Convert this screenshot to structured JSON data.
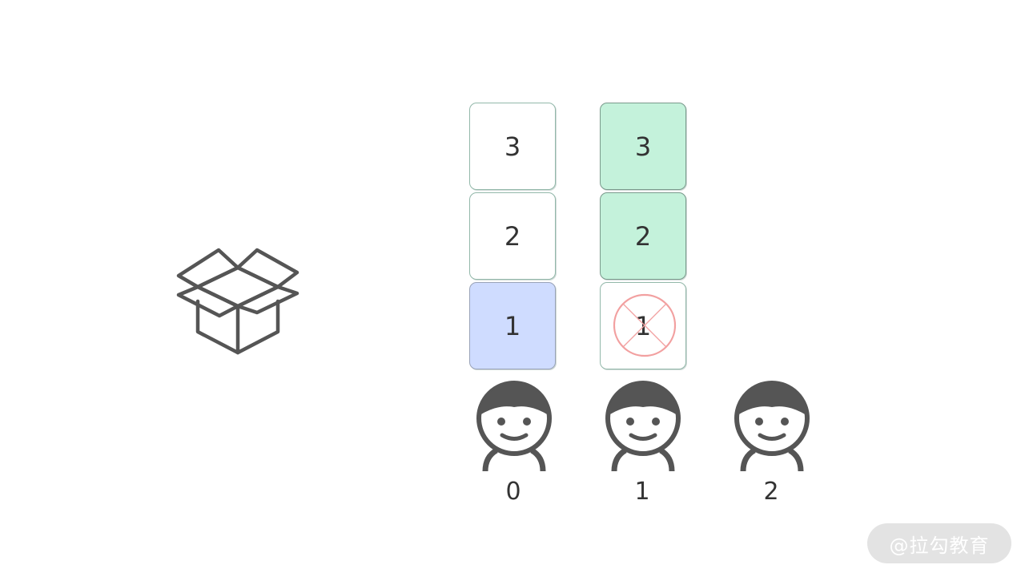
{
  "stacks": [
    {
      "cells": [
        {
          "label": "3",
          "state": "empty"
        },
        {
          "label": "2",
          "state": "empty"
        },
        {
          "label": "1",
          "state": "blue"
        }
      ]
    },
    {
      "cells": [
        {
          "label": "3",
          "state": "green"
        },
        {
          "label": "2",
          "state": "green"
        },
        {
          "label": "1",
          "state": "crossed"
        }
      ]
    }
  ],
  "people": [
    {
      "label": "0"
    },
    {
      "label": "1"
    },
    {
      "label": "2"
    }
  ],
  "watermark": "@拉勾教育",
  "colors": {
    "green": "#c4f2db",
    "blue": "#cfdcff",
    "cross": "#f2a0a0",
    "icon": "#555555"
  }
}
